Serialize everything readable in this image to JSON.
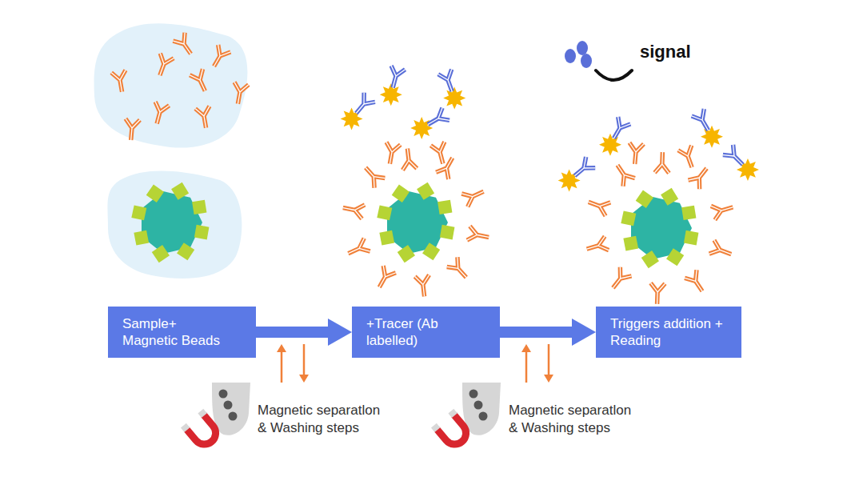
{
  "diagram": {
    "nodes": [
      {
        "text": [
          "Sample+ Magnetic Beads"
        ]
      },
      {
        "text": [
          "+Tracer (Ab labelled)"
        ]
      },
      {
        "text": [
          "Triggers addition + Reading"
        ]
      }
    ],
    "edges": [
      {
        "from": 0,
        "to": 1,
        "arrow": "to"
      },
      {
        "from": 1,
        "to": 2,
        "arrow": "to"
      }
    ],
    "labels": [
      "signal",
      "Magnetic separatlon & Washing steps",
      "Magnetic separatlon & Washing steps"
    ]
  }
}
